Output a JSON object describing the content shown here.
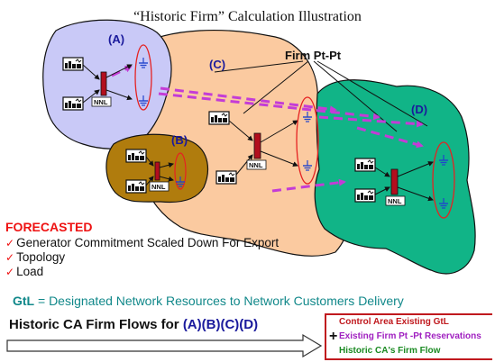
{
  "title": "“Historic Firm” Calculation Illustration",
  "areas": [
    {
      "label": "(A)"
    },
    {
      "label": "(B)"
    },
    {
      "label": "(C)"
    },
    {
      "label": "(D)"
    }
  ],
  "firm_label": "Firm Pt-Pt",
  "nnl_label": "NNL",
  "forecasted": {
    "heading": "FORECASTED",
    "items": [
      "Generator Commitment Scaled Down For Export",
      "Topology",
      "Load"
    ]
  },
  "gtl": {
    "abbr": "GtL",
    "definition": "= Designated Network Resources to Network Customers Delivery"
  },
  "flows": {
    "text": "Historic CA Firm Flows for",
    "labels": [
      "(A)",
      "(B)",
      "(C)",
      "(D)"
    ]
  },
  "legend": {
    "line1": "Control Area Existing GtL",
    "plus": "+",
    "line2": "Existing Firm Pt -Pt Reservations",
    "line3": "Historic CA's Firm Flow"
  },
  "colors": {
    "area_a": "#c9c9f7",
    "area_b": "#b07c0d",
    "area_c": "#fbcaa0",
    "area_d": "#11b487",
    "flow_arrow": "#c43cd6",
    "breaker": "#b30e1e",
    "ellipse": "#e52222",
    "label_blue": "#1a1a9c"
  }
}
